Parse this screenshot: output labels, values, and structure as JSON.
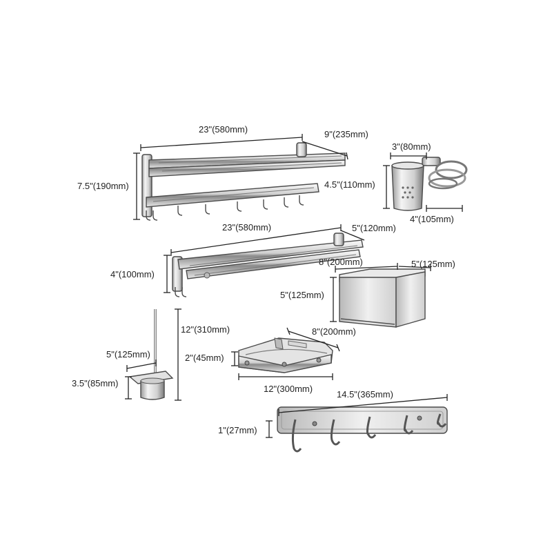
{
  "colors": {
    "dimension_line": "#222222",
    "metal_light": "#f2f2f2",
    "metal_mid": "#c8c8c8",
    "metal_dark": "#6a6a6a",
    "background": "#ffffff"
  },
  "products": {
    "double_towel_rack": {
      "width": "23\"(580mm)",
      "depth": "9\"(235mm)",
      "height": "7.5\"(190mm)",
      "inner_height": "4.5\"(110mm)"
    },
    "cup_hair_dryer_holder": {
      "top": "3\"(80mm)",
      "depth": "4\"(105mm)"
    },
    "single_towel_rack": {
      "width": "23\"(580mm)",
      "depth": "5\"(120mm)",
      "height": "4\"(100mm)"
    },
    "tissue_box": {
      "width": "8\"(200mm)",
      "depth": "5\"(125mm)",
      "height": "5\"(125mm)"
    },
    "toilet_brush": {
      "height": "12\"(310mm)",
      "width": "5\"(125mm)",
      "cup_height": "3.5\"(85mm)"
    },
    "corner_shelf": {
      "side": "8\"(200mm)",
      "height": "2\"(45mm)",
      "width": "12\"(300mm)"
    },
    "hook_rail": {
      "width": "14.5\"(365mm)",
      "height": "1\"(27mm)"
    }
  }
}
